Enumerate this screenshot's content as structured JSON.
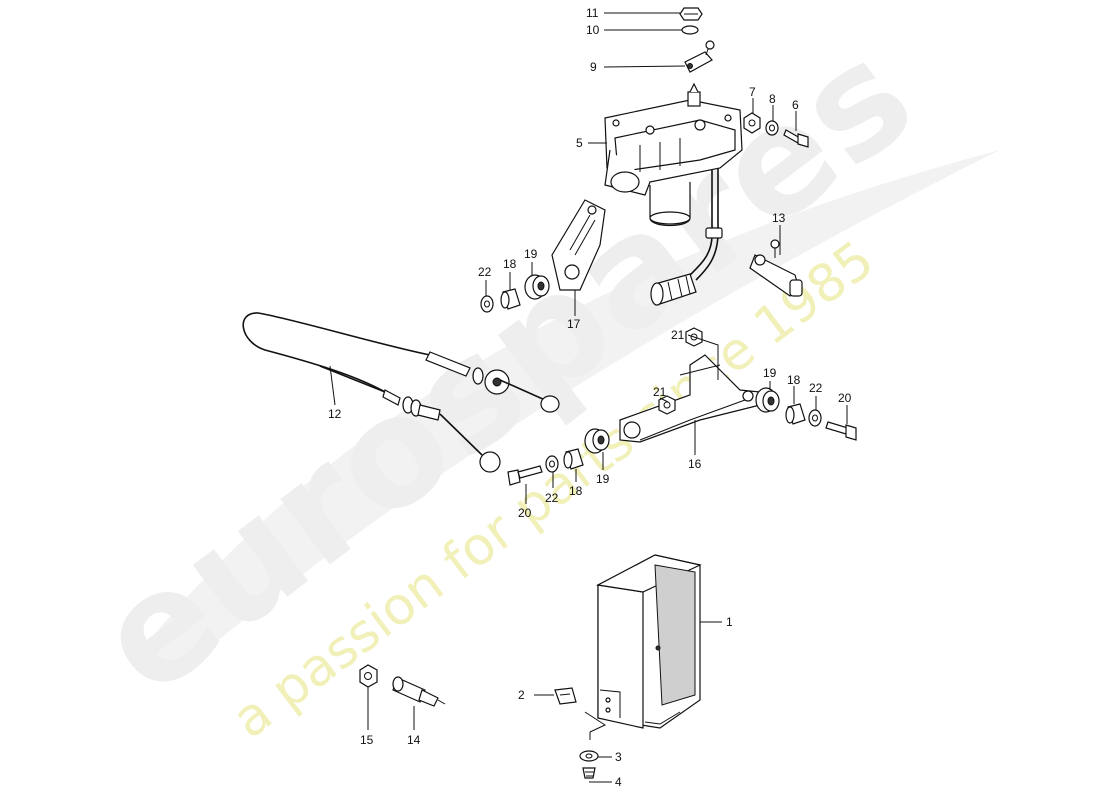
{
  "watermark": {
    "brand": "eurospares",
    "tagline": "a passion for parts since 1985"
  },
  "callouts": [
    {
      "id": "c11",
      "text": "11"
    },
    {
      "id": "c10",
      "text": "10"
    },
    {
      "id": "c9",
      "text": "9"
    },
    {
      "id": "c7",
      "text": "7"
    },
    {
      "id": "c8",
      "text": "8"
    },
    {
      "id": "c6",
      "text": "6"
    },
    {
      "id": "c5",
      "text": "5"
    },
    {
      "id": "c13",
      "text": "13"
    },
    {
      "id": "c22a",
      "text": "22"
    },
    {
      "id": "c18a",
      "text": "18"
    },
    {
      "id": "c19a",
      "text": "19"
    },
    {
      "id": "c17",
      "text": "17"
    },
    {
      "id": "c21a",
      "text": "21"
    },
    {
      "id": "c21b",
      "text": "21"
    },
    {
      "id": "c19b",
      "text": "19"
    },
    {
      "id": "c18b",
      "text": "18"
    },
    {
      "id": "c22b",
      "text": "22"
    },
    {
      "id": "c20a",
      "text": "20"
    },
    {
      "id": "c12",
      "text": "12"
    },
    {
      "id": "c16",
      "text": "16"
    },
    {
      "id": "c20b",
      "text": "20"
    },
    {
      "id": "c22c",
      "text": "22"
    },
    {
      "id": "c18c",
      "text": "18"
    },
    {
      "id": "c19c",
      "text": "19"
    },
    {
      "id": "c1",
      "text": "1"
    },
    {
      "id": "c2",
      "text": "2"
    },
    {
      "id": "c3",
      "text": "3"
    },
    {
      "id": "c4",
      "text": "4"
    },
    {
      "id": "c15",
      "text": "15"
    },
    {
      "id": "c14",
      "text": "14"
    }
  ]
}
